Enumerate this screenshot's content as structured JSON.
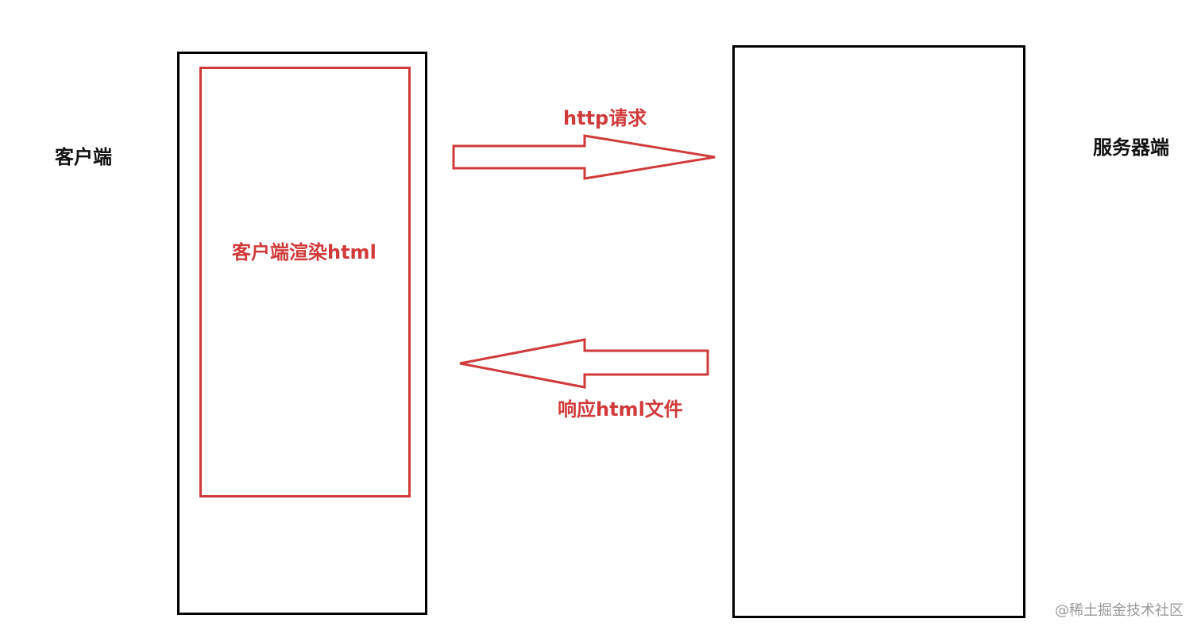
{
  "labels": {
    "client": "客户端",
    "server": "服务器端",
    "render": "客户端渲染html",
    "request": "http请求",
    "response": "响应html文件"
  },
  "watermark": "@稀土掘金技术社区",
  "colors": {
    "red": "#d03a3a",
    "black": "#000000",
    "watermark": "#9a9a9a"
  }
}
